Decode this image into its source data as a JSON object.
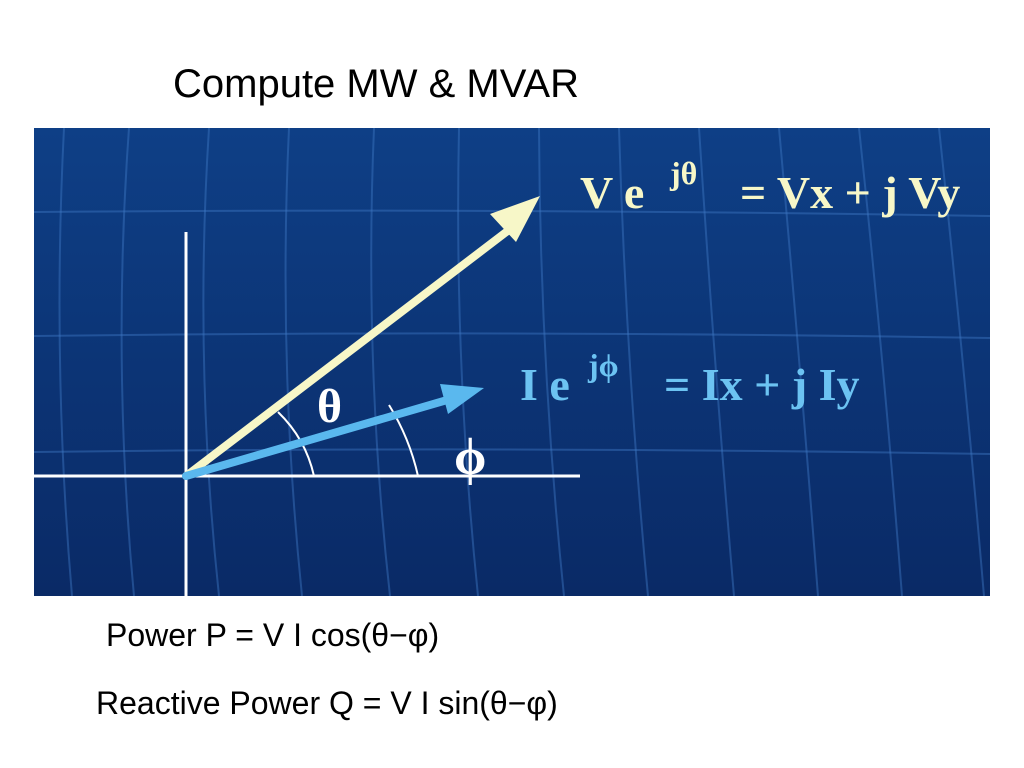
{
  "slide": {
    "title": "Compute MW & MVAR"
  },
  "diagram": {
    "voltage_phasor": {
      "base": "V e",
      "exponent": "jθ",
      "rhs": "= Vx + j Vy"
    },
    "current_phasor": {
      "base": "I e",
      "exponent": "jϕ",
      "rhs": "= Ix + j Iy"
    },
    "theta_label": "θ",
    "phi_label": "ϕ",
    "colors": {
      "background_top": "#0e3f86",
      "background_bottom": "#0a2a66",
      "voltage_arrow": "#f7f7c8",
      "current_arrow": "#5ab8ee",
      "voltage_text": "#f7f7c8",
      "current_text": "#6cc3f2",
      "axes": "#ffffff"
    }
  },
  "formulas": {
    "power": "Power  P = V I cos(θ−φ)",
    "reactive_power": "Reactive Power  Q = V I sin(θ−φ)"
  }
}
